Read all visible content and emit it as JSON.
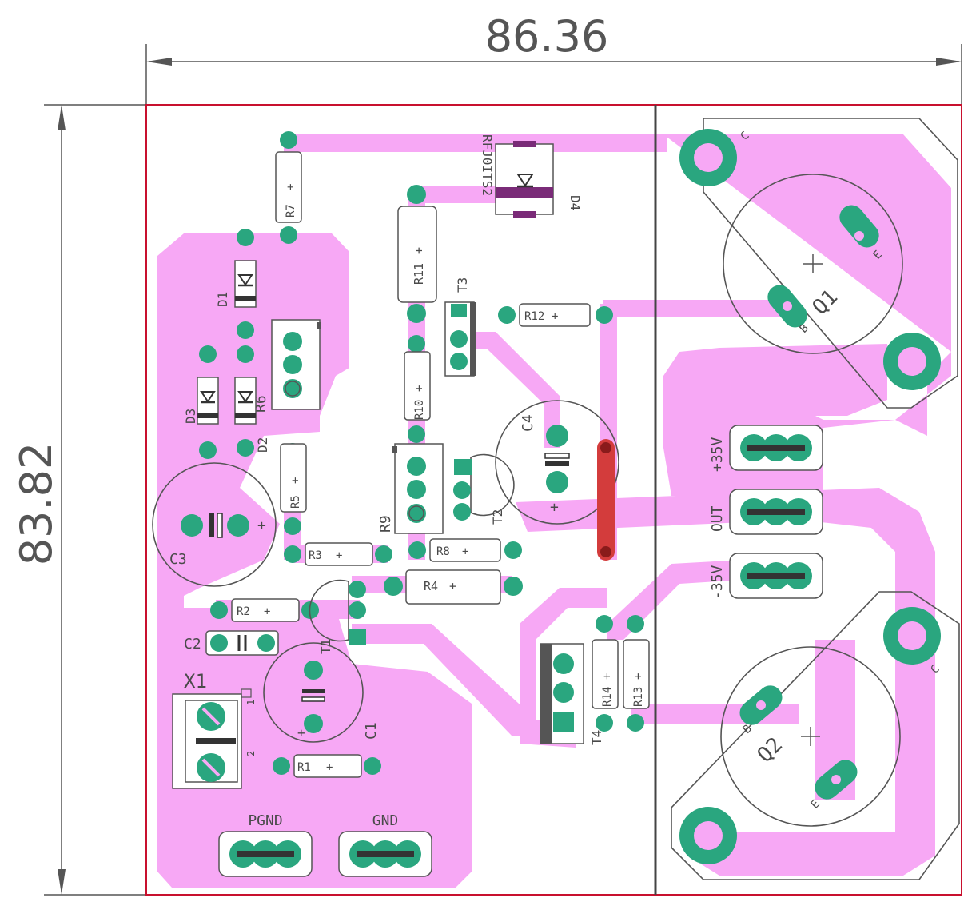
{
  "dimensions": {
    "width": "86.36",
    "height": "83.82"
  },
  "board": {
    "outline_color": "#c8102e",
    "copper_color": "#f7a8f5",
    "pad_color": "#2aa67f",
    "silk_color": "#555555",
    "jumper_color": "#d33c3c"
  },
  "connectors": {
    "x1": "X1",
    "x1_pin1": "1",
    "x1_pin2": "2",
    "pgnd": "PGND",
    "gnd": "GND",
    "plus35": "+35V",
    "out": "OUT",
    "minus35": "-35V"
  },
  "components": {
    "r1": "R1",
    "r2": "R2",
    "r3": "R3",
    "r4": "R4",
    "r5": "R5",
    "r6": "R6",
    "r7": "R7",
    "r8": "R8",
    "r9": "R9",
    "r10": "R10",
    "r11": "R11",
    "r12": "R12",
    "r13": "R13",
    "r14": "R14",
    "c1": "C1",
    "c2": "C2",
    "c3": "C3",
    "c4": "C4",
    "d1": "D1",
    "d2": "D2",
    "d3": "D3",
    "d4": "D4",
    "t1": "T1",
    "t2": "T2",
    "t3": "T3",
    "t4": "T4",
    "q1": "Q1",
    "q2": "Q2",
    "ts2": "RFJ0ITS2",
    "plus": "+",
    "pin_b": "B",
    "pin_c": "C",
    "pin_e": "E"
  }
}
